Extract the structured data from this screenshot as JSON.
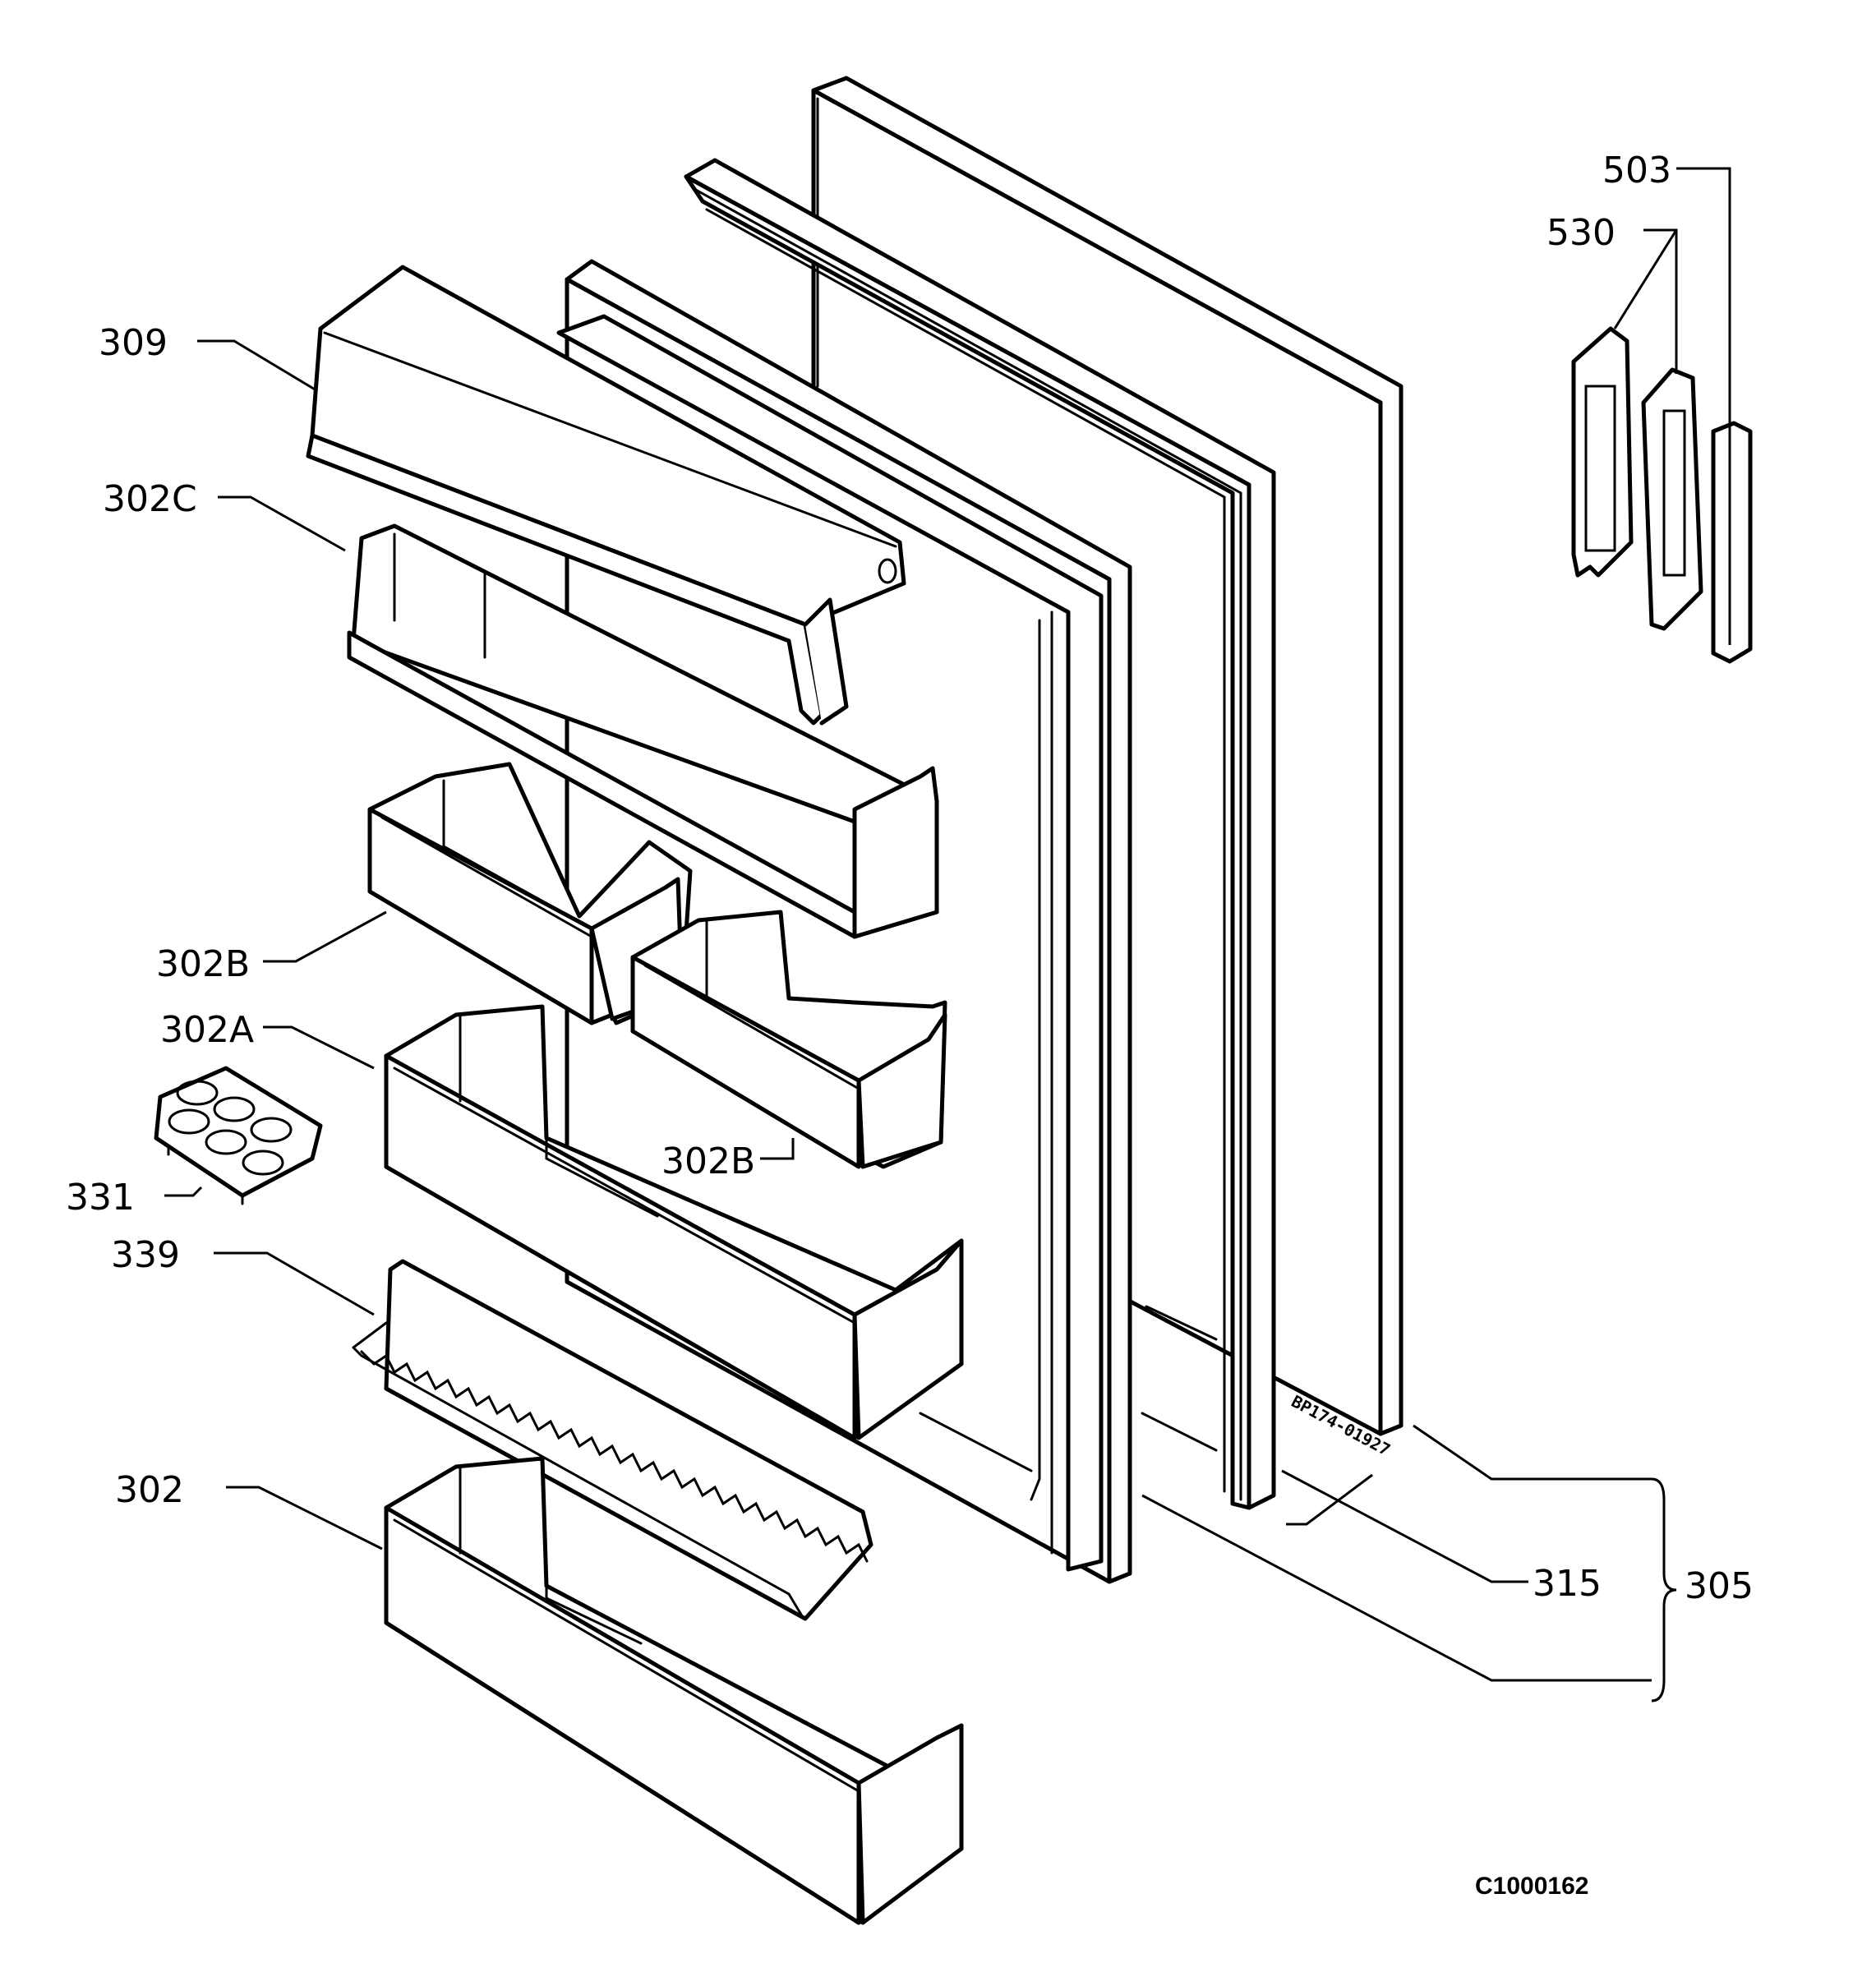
{
  "labels": {
    "l309": "309",
    "l302c": "302C",
    "l302b_left": "302B",
    "l302a": "302A",
    "l331": "331",
    "l339": "339",
    "l302b_right": "302B",
    "l302": "302",
    "l503": "503",
    "l530": "530",
    "l315": "315",
    "l305": "305"
  },
  "stamp_text": "BP174-01927",
  "figure_code": "C1000162"
}
